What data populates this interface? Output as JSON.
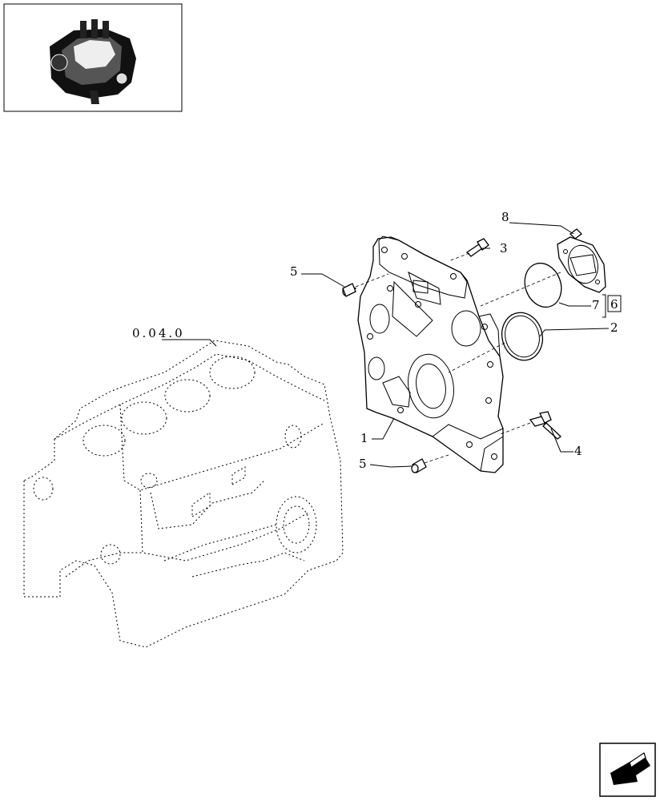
{
  "callouts": {
    "part_1": "1",
    "part_2": "2",
    "part_3": "3",
    "part_4": "4",
    "part_5a": "5",
    "part_5b": "5",
    "part_6": "6",
    "part_7": "7",
    "part_8": "8",
    "ref_block": "0.04.0"
  },
  "icons": {
    "thumbnail": "engine-thumbnail-icon",
    "nav": "back-arrow-icon"
  }
}
